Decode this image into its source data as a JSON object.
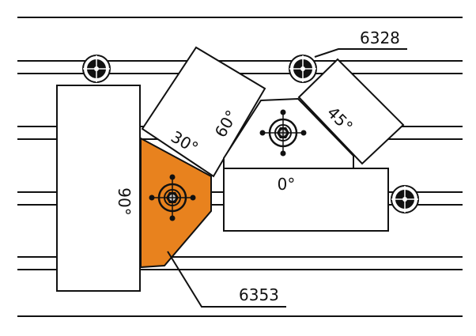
{
  "diagram": {
    "part_labels": {
      "clamp": "6328",
      "stop": "6353"
    },
    "angle_labels": {
      "a90": "90°",
      "a30": "30°",
      "a60": "60°",
      "a45": "45°",
      "a0": "0°"
    },
    "colors": {
      "highlight": "#E8821E",
      "line": "#111111"
    }
  }
}
